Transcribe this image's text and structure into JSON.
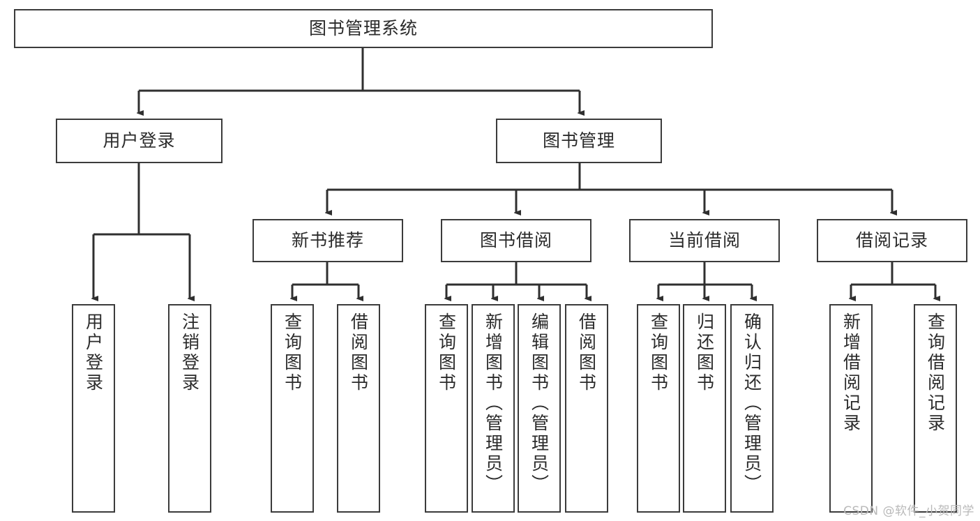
{
  "diagram": {
    "title": "图书管理系统",
    "type": "tree-hierarchy-diagram",
    "colors": {
      "background": "#ffffff",
      "node_border": "#3b3b3b",
      "node_fill": "#ffffff",
      "text": "#2b2b2b",
      "connector": "#2f2f2f",
      "watermark": "#b9b9b9"
    },
    "root": {
      "label": "图书管理系统"
    },
    "level2": [
      {
        "label": "用户登录"
      },
      {
        "label": "图书管理"
      }
    ],
    "level3": [
      {
        "label": "新书推荐"
      },
      {
        "label": "图书借阅"
      },
      {
        "label": "当前借阅"
      },
      {
        "label": "借阅记录"
      }
    ],
    "leaves": {
      "user_login": [
        {
          "label": "用户登录"
        },
        {
          "label": "注销登录"
        }
      ],
      "new_book_recommend": [
        {
          "label": "查询图书"
        },
        {
          "label": "借阅图书"
        }
      ],
      "book_borrow": [
        {
          "label": "查询图书"
        },
        {
          "label": "新增图书（管理员）"
        },
        {
          "label": "编辑图书（管理员）"
        },
        {
          "label": "借阅图书"
        }
      ],
      "current_borrow": [
        {
          "label": "查询图书"
        },
        {
          "label": "归还图书"
        },
        {
          "label": "确认归还（管理员）"
        }
      ],
      "borrow_record": [
        {
          "label": "新增借阅记录"
        },
        {
          "label": "查询借阅记录"
        }
      ]
    }
  },
  "watermark": {
    "text": "CSDN @软件_小贺同学"
  }
}
